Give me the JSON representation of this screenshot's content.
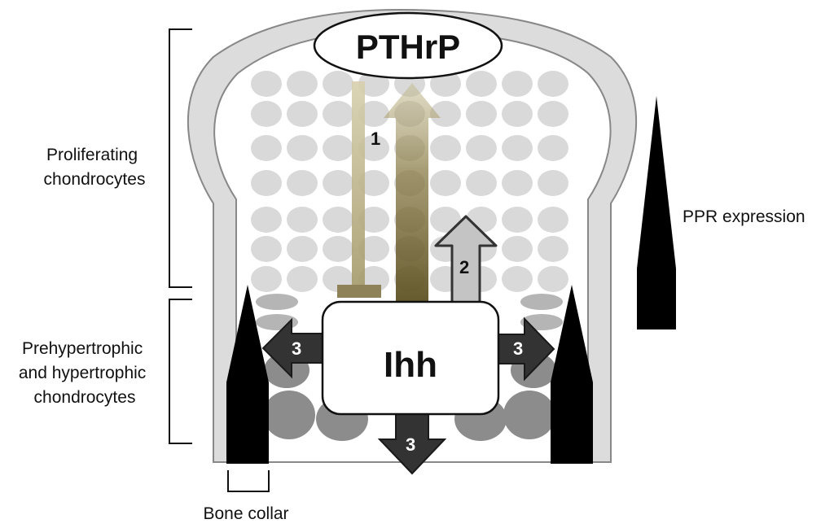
{
  "labels": {
    "proliferating": [
      "Proliferating",
      "chondrocytes"
    ],
    "hypertrophic": [
      "Prehypertrophic",
      "and hypertrophic",
      "chondrocytes"
    ],
    "ppr_expression": "PPR expression",
    "bone_collar": "Bone collar",
    "pthrp": "PTHrP",
    "ihh": "Ihh"
  },
  "arrows": {
    "inhibition": "1",
    "upward": "2",
    "left": "3",
    "right": "3",
    "down": "3"
  },
  "colors": {
    "perichondrium": "#dcdcdc",
    "outline": "#888888",
    "proliferating_cell": "#d9d9d9",
    "prehypertrophic_cell": "#b5b5b5",
    "hypertrophic_cell": "#8c8c8c",
    "arrow_dark": "#333333",
    "arrow_gray": "#bdbdbd",
    "signal_arrow": "#6b5e2a",
    "inhibitor_bar": "#c9c19a",
    "wedge": "#000000"
  }
}
